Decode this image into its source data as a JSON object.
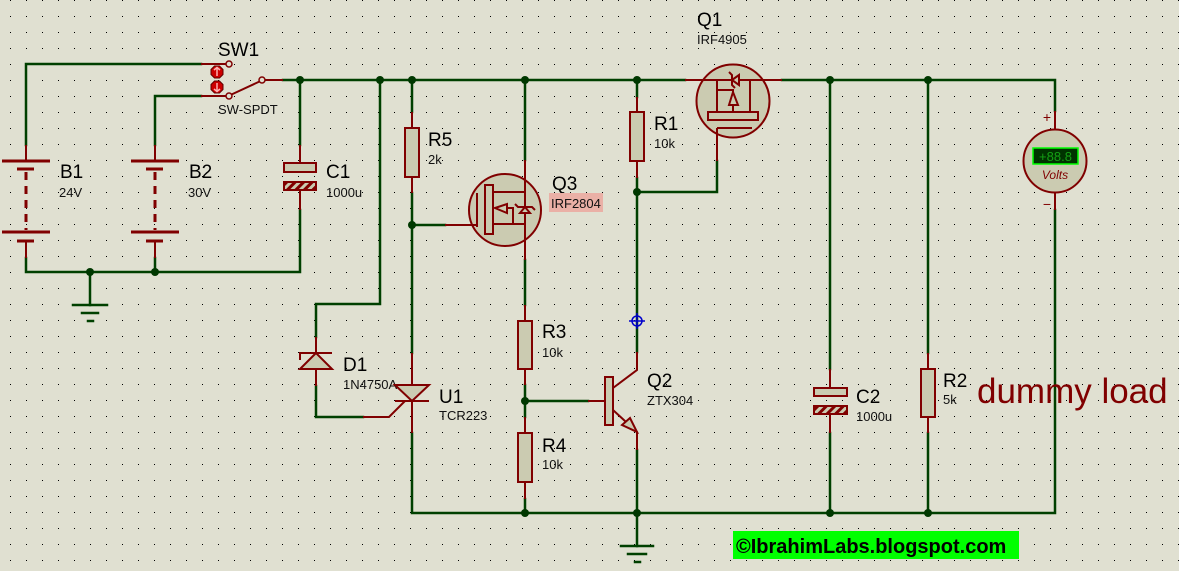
{
  "colors": {
    "background": "#e0e0d1",
    "wire": "#004000",
    "junction": "#003800",
    "pin": "#800000",
    "body": "#cbcbb1",
    "annotation": "#800000",
    "watermark_bg": "#00ff00",
    "highlight": "#eab0a6",
    "probe": "#0000cc",
    "lcd_bg": "#003300",
    "lcd_border": "#00ff00",
    "lcd_text": "#14a014",
    "switch_btn": "#cc0000"
  },
  "components": {
    "sw1": {
      "ref": "SW1",
      "value": "SW-SPDT",
      "state_up_icon": "arrow-up",
      "state_down_icon": "arrow-down"
    },
    "b1": {
      "ref": "B1",
      "value": "24V"
    },
    "b2": {
      "ref": "B2",
      "value": "30V"
    },
    "c1": {
      "ref": "C1",
      "value": "1000u"
    },
    "r5": {
      "ref": "R5",
      "value": "2k"
    },
    "q3": {
      "ref": "Q3",
      "value": "IRF2804"
    },
    "q1": {
      "ref": "Q1",
      "value": "IRF4905"
    },
    "r1": {
      "ref": "R1",
      "value": "10k"
    },
    "d1": {
      "ref": "D1",
      "value": "1N4750A"
    },
    "u1": {
      "ref": "U1",
      "value": "TCR223"
    },
    "r3": {
      "ref": "R3",
      "value": "10k"
    },
    "r4": {
      "ref": "R4",
      "value": "10k"
    },
    "q2": {
      "ref": "Q2",
      "value": "ZTX304"
    },
    "c2": {
      "ref": "C2",
      "value": "1000u"
    },
    "r2": {
      "ref": "R2",
      "value": "5k"
    },
    "voltmeter": {
      "display": "+88.8",
      "unit": "Volts",
      "plus": "+",
      "minus": "−"
    }
  },
  "annotations": {
    "dummy_load": "dummy load",
    "watermark": "©IbrahimLabs.blogspot.com"
  }
}
